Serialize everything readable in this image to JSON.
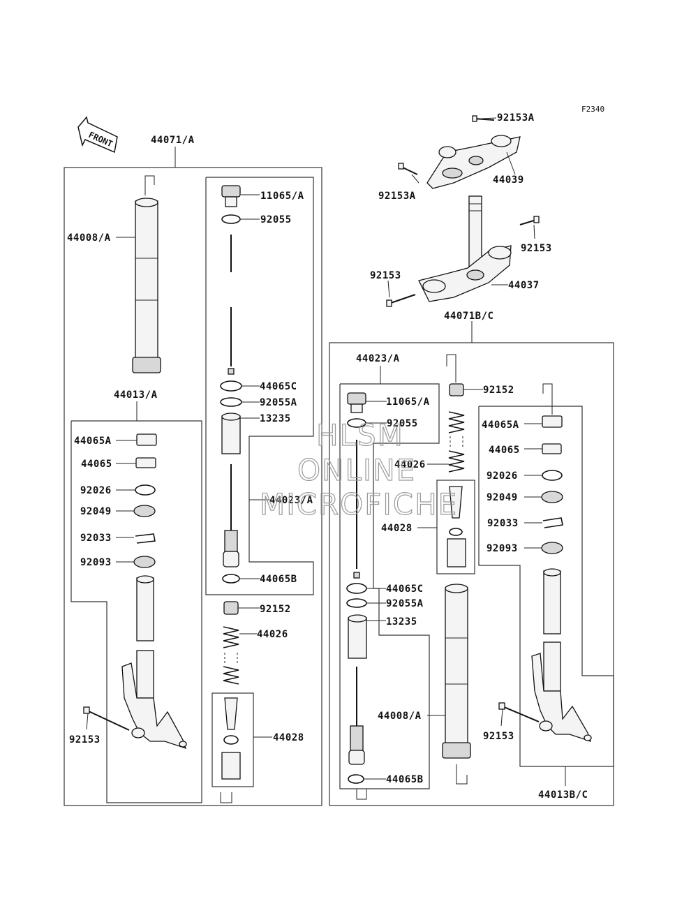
{
  "diagram_code": "F2340",
  "front_arrow_label": "FRONT",
  "watermark": [
    "HLSM",
    "ONLINE",
    "MICROFICHE"
  ],
  "labels": {
    "l_92153A_top": "92153A",
    "l_44039": "44039",
    "l_92153A_left": "92153A",
    "l_92153_right": "92153",
    "l_92153_left": "92153",
    "l_44037": "44037",
    "l_44071BC": "44071B/C",
    "l_44071A": "44071/A",
    "l_44008A_left": "44008/A",
    "l_11065A_left": "11065/A",
    "l_92055_left": "92055",
    "l_44065C_left": "44065C",
    "l_92055A_left": "92055A",
    "l_13235_left": "13235",
    "l_44023A_left": "44023/A",
    "l_44065B_left": "44065B",
    "l_92152_left": "92152",
    "l_44026_left": "44026",
    "l_44028_left": "44028",
    "l_44013A": "44013/A",
    "l_44065A_left": "44065A",
    "l_44065_left": "44065",
    "l_92026_left": "92026",
    "l_92049_left": "92049",
    "l_92033_left": "92033",
    "l_92093_left": "92093",
    "l_92153_bottom_left": "92153",
    "l_44023A_right": "44023/A",
    "l_11065A_right": "11065/A",
    "l_92055_right": "92055",
    "l_44026_right": "44026",
    "l_44028_right": "44028",
    "l_44065C_right": "44065C",
    "l_92055A_right": "92055A",
    "l_13235_right": "13235",
    "l_44065B_right": "44065B",
    "l_44008A_right": "44008/A",
    "l_92152_right": "92152",
    "l_44065A_right": "44065A",
    "l_44065_right": "44065",
    "l_92026_right": "92026",
    "l_92049_right": "92049",
    "l_92033_right": "92033",
    "l_92093_right": "92093",
    "l_92153_bottom_right": "92153",
    "l_44013BC": "44013B/C"
  }
}
